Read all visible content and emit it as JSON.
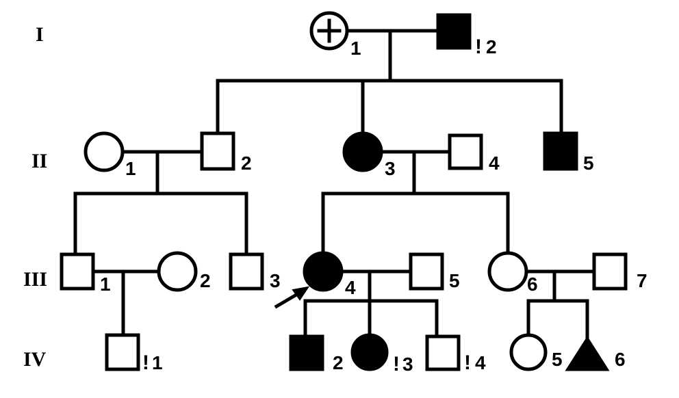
{
  "generations": [
    "I",
    "II",
    "III",
    "IV"
  ],
  "individuals": {
    "I1": {
      "label": "1",
      "sex": "female",
      "affected": false,
      "note": "carrier (+)"
    },
    "I2": {
      "label": "2",
      "sex": "male",
      "affected": true,
      "mark": "!"
    },
    "II1": {
      "label": "1",
      "sex": "female",
      "affected": false
    },
    "II2": {
      "label": "2",
      "sex": "male",
      "affected": false
    },
    "II3": {
      "label": "3",
      "sex": "female",
      "affected": true
    },
    "II4": {
      "label": "4",
      "sex": "male",
      "affected": false
    },
    "II5": {
      "label": "5",
      "sex": "male",
      "affected": true
    },
    "III1": {
      "label": "1",
      "sex": "male",
      "affected": false
    },
    "III2": {
      "label": "2",
      "sex": "female",
      "affected": false
    },
    "III3": {
      "label": "3",
      "sex": "male",
      "affected": false
    },
    "III4": {
      "label": "4",
      "sex": "female",
      "affected": true,
      "proband": true
    },
    "III5": {
      "label": "5",
      "sex": "male",
      "affected": false
    },
    "III6": {
      "label": "6",
      "sex": "female",
      "affected": false
    },
    "III7": {
      "label": "7",
      "sex": "male",
      "affected": false
    },
    "IV1": {
      "label": "1",
      "sex": "male",
      "affected": false,
      "mark": "!"
    },
    "IV2": {
      "label": "2",
      "sex": "male",
      "affected": true
    },
    "IV3": {
      "label": "3",
      "sex": "female",
      "affected": true,
      "mark": "!"
    },
    "IV4": {
      "label": "4",
      "sex": "male",
      "affected": false,
      "mark": "!"
    },
    "IV5": {
      "label": "5",
      "sex": "female",
      "affected": false
    },
    "IV6": {
      "label": "6",
      "sex": "unknown",
      "affected": true
    }
  },
  "carrier_symbol": "+",
  "examined_mark": "!"
}
